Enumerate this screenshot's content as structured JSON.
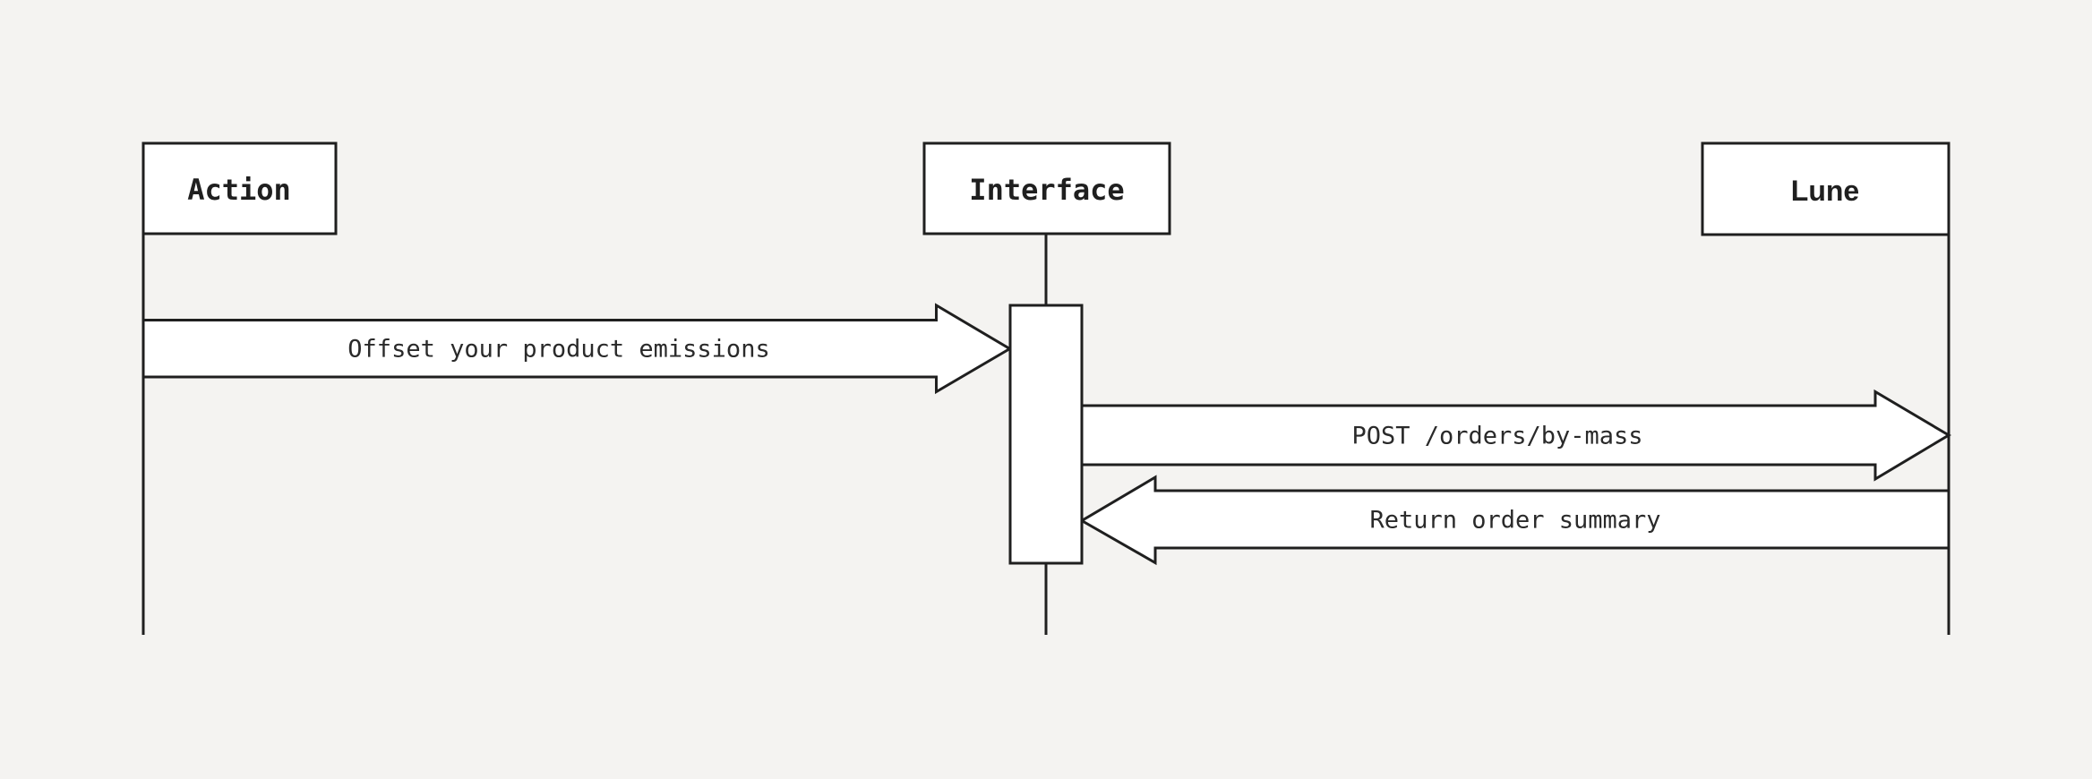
{
  "diagram": {
    "type": "sequence-diagram",
    "background_color": "#f4f3f1",
    "stroke_color": "#1f1f1f",
    "shape_fill_color": "#ffffff",
    "actors": [
      {
        "id": "action",
        "label": "Action"
      },
      {
        "id": "interface",
        "label": "Interface"
      },
      {
        "id": "lune",
        "label": "Lune"
      }
    ],
    "messages": [
      {
        "from": "action",
        "to": "interface",
        "direction": "right",
        "label": "Offset your product emissions"
      },
      {
        "from": "interface",
        "to": "lune",
        "direction": "right",
        "label": "POST /orders/by-mass"
      },
      {
        "from": "lune",
        "to": "interface",
        "direction": "left",
        "label": "Return order summary"
      }
    ]
  }
}
